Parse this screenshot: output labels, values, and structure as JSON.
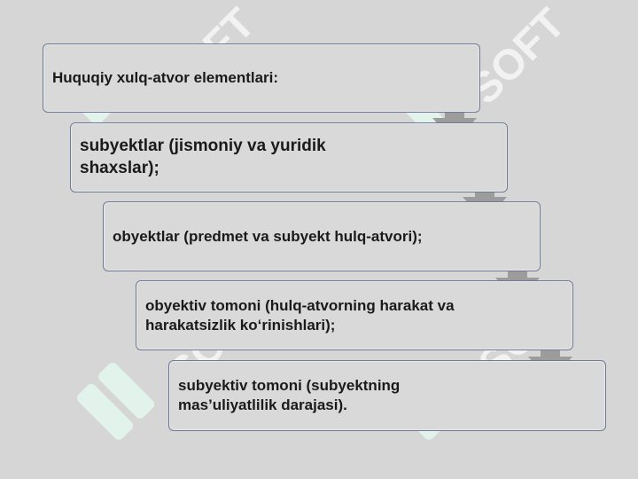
{
  "watermark": {
    "text": "SOFT"
  },
  "steps": [
    {
      "label": "Huquqiy xulq-atvor elementlari:"
    },
    {
      "label": "subyektlar (jismoniy va yuridik shaxslar);"
    },
    {
      "label": "obyektlar (predmet va subyekt hulq-atvori);"
    },
    {
      "label": "obyektiv tomoni (hulq-atvorning harakat va harakatsizlik ko‘rinishlari);"
    },
    {
      "label": "subyektiv tomoni (subyektning mas’uliyatlilik darajasi)."
    }
  ],
  "colors": {
    "background": "#d6d6d6",
    "box_fill": "#d9d9d9",
    "box_border": "#6f7896",
    "arrow": "#9c9c9c",
    "watermark": "#d9f2e6"
  }
}
